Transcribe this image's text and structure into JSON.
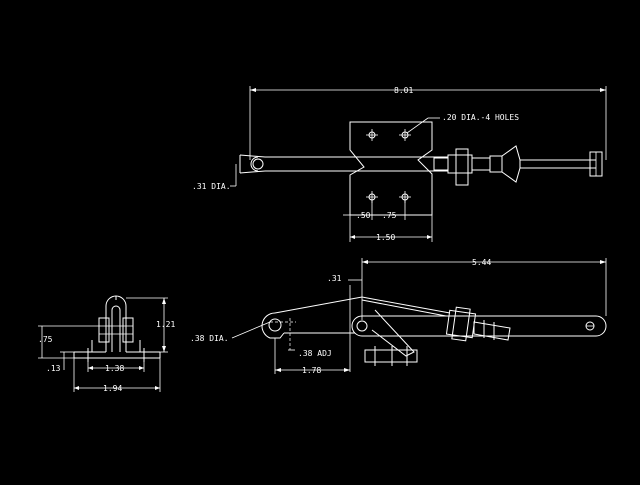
{
  "colors": {
    "background": "#000000",
    "lines": "#ffffff"
  },
  "labels": {
    "overall_length": "8.01",
    "holes": ".20 DIA.-4 HOLES",
    "rod_dia": ".31 DIA.",
    "hole_spacing": ".50",
    "slot_width": ".75",
    "base_width": "1.50",
    "reach": "5.44",
    "offset": ".31",
    "pivot_dia": ".38 DIA.",
    "adj": ".38 ADJ",
    "pivot_dist": "1.78",
    "end_height": "1.21",
    "end_upper": ".75",
    "end_lower": ".13",
    "end_inner": "1.38",
    "end_width": "1.94"
  }
}
